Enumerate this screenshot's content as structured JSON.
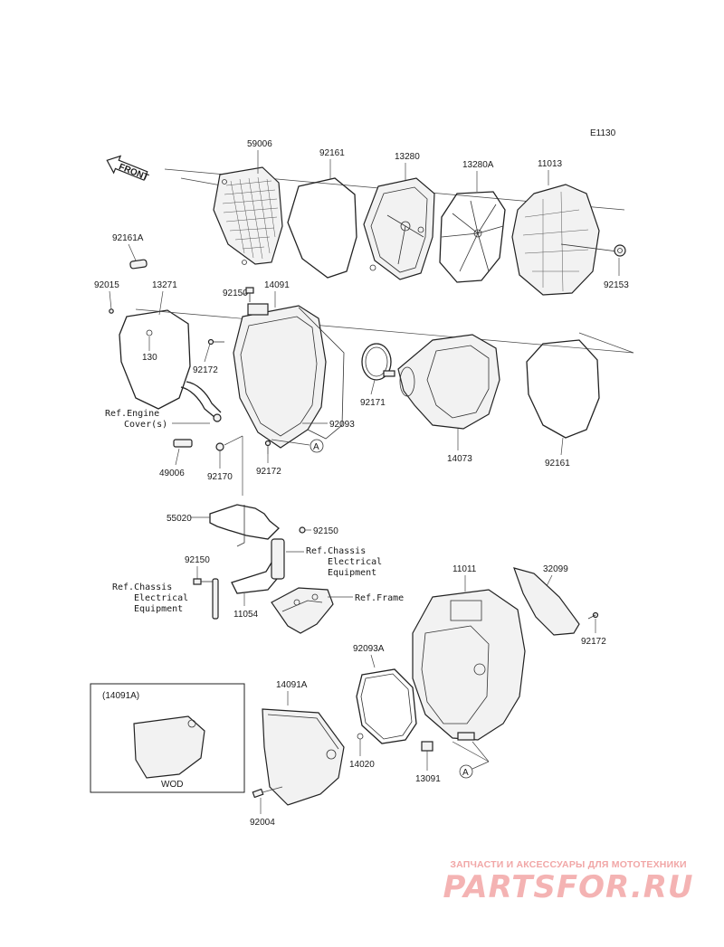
{
  "diagram": {
    "code": "E1130",
    "front_label": "FRONT",
    "inset_label": "(14091A)",
    "inset_note": "WOD",
    "callout_a": "A",
    "part_numbers": [
      "59006",
      "92161",
      "13280",
      "13280A",
      "11013",
      "92153",
      "92161A",
      "92015",
      "13271",
      "130",
      "92150",
      "14091",
      "92172",
      "92171",
      "14073",
      "92161",
      "92093",
      "49006",
      "92170",
      "92172",
      "55020",
      "92150",
      "92150",
      "11054",
      "11011",
      "32099",
      "92172",
      "92093A",
      "14091A",
      "14020",
      "13091",
      "92004"
    ],
    "references": {
      "engine_cover_1": "Ref.Engine",
      "engine_cover_2": "Cover(s)",
      "chassis_1_a": "Ref.Chassis",
      "chassis_1_b": "Electrical",
      "chassis_1_c": "Equipment",
      "chassis_2_a": "Ref.Chassis",
      "chassis_2_b": "Electrical",
      "chassis_2_c": "Equipment",
      "frame": "Ref.Frame"
    }
  },
  "watermark": {
    "tagline": "ЗАПЧАСТИ И АКСЕССУАРЫ ДЛЯ МОТОТЕХНИКИ",
    "logo": "PARTSFOR.RU"
  }
}
